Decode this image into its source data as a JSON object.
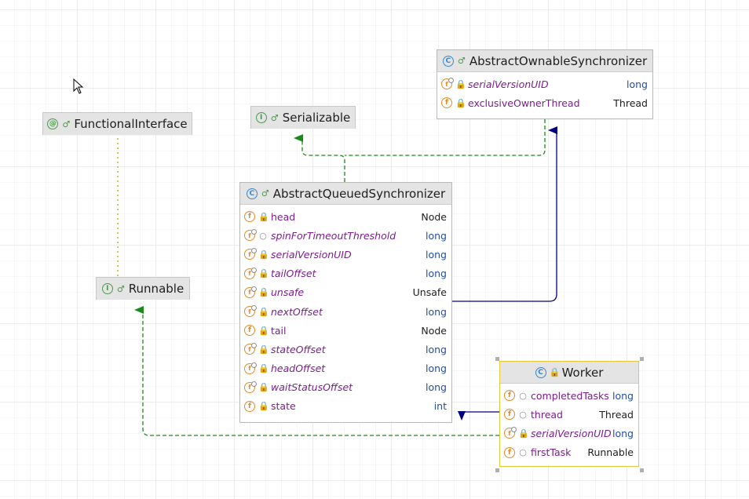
{
  "colors": {
    "implements": "#1a8a1a",
    "extends": "#000080",
    "dependency": "#b8b838"
  },
  "nodes": {
    "functional_interface": {
      "kind": "annotation",
      "title": "FunctionalInterface"
    },
    "serializable": {
      "kind": "interface",
      "title": "Serializable"
    },
    "runnable": {
      "kind": "interface",
      "title": "Runnable"
    },
    "aos": {
      "kind": "abstract-class",
      "title": "AbstractOwnableSynchronizer",
      "fields": [
        {
          "icon": "static-field-icon",
          "visibility": "private",
          "name": "serialVersionUID",
          "italic": true,
          "type": "long",
          "primitive": true
        },
        {
          "icon": "field-icon",
          "visibility": "private",
          "name": "exclusiveOwnerThread",
          "italic": false,
          "type": "Thread",
          "primitive": false
        }
      ]
    },
    "aqs": {
      "kind": "abstract-class",
      "title": "AbstractQueuedSynchronizer",
      "fields": [
        {
          "icon": "field-icon",
          "visibility": "private",
          "name": "head",
          "italic": false,
          "type": "Node",
          "primitive": false
        },
        {
          "icon": "static-field-icon",
          "visibility": "package",
          "name": "spinForTimeoutThreshold",
          "italic": true,
          "type": "long",
          "primitive": true
        },
        {
          "icon": "static-field-icon",
          "visibility": "private",
          "name": "serialVersionUID",
          "italic": true,
          "type": "long",
          "primitive": true
        },
        {
          "icon": "static-field-icon",
          "visibility": "private",
          "name": "tailOffset",
          "italic": true,
          "type": "long",
          "primitive": true
        },
        {
          "icon": "static-field-icon",
          "visibility": "private",
          "name": "unsafe",
          "italic": true,
          "type": "Unsafe",
          "primitive": false
        },
        {
          "icon": "static-field-icon",
          "visibility": "private",
          "name": "nextOffset",
          "italic": true,
          "type": "long",
          "primitive": true
        },
        {
          "icon": "field-icon",
          "visibility": "private",
          "name": "tail",
          "italic": false,
          "type": "Node",
          "primitive": false
        },
        {
          "icon": "static-field-icon",
          "visibility": "private",
          "name": "stateOffset",
          "italic": true,
          "type": "long",
          "primitive": true
        },
        {
          "icon": "static-field-icon",
          "visibility": "private",
          "name": "headOffset",
          "italic": true,
          "type": "long",
          "primitive": true
        },
        {
          "icon": "static-field-icon",
          "visibility": "private",
          "name": "waitStatusOffset",
          "italic": true,
          "type": "long",
          "primitive": true
        },
        {
          "icon": "field-icon",
          "visibility": "private",
          "name": "state",
          "italic": false,
          "type": "int",
          "primitive": true
        }
      ]
    },
    "worker": {
      "kind": "class",
      "title": "Worker",
      "fields": [
        {
          "icon": "field-icon",
          "visibility": "package",
          "name": "completedTasks",
          "italic": false,
          "type": "long",
          "primitive": true
        },
        {
          "icon": "field-icon",
          "visibility": "package",
          "name": "thread",
          "italic": false,
          "type": "Thread",
          "primitive": false
        },
        {
          "icon": "static-field-icon",
          "visibility": "private",
          "name": "serialVersionUID",
          "italic": true,
          "type": "long",
          "primitive": true
        },
        {
          "icon": "field-icon",
          "visibility": "package",
          "name": "firstTask",
          "italic": false,
          "type": "Runnable",
          "primitive": false
        }
      ]
    }
  }
}
